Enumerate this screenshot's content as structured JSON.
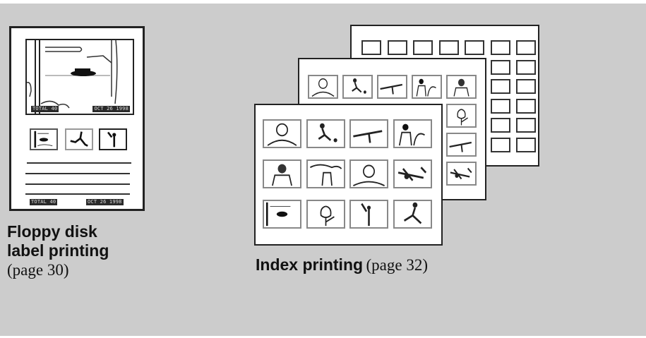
{
  "colors": {
    "panel_background": "#cccccc",
    "sheet": "#ffffff",
    "line": "#222222"
  },
  "floppy_label": {
    "photo_tags": {
      "total": "TOTAL 40",
      "date": "OCT 26 1998"
    },
    "bottom_tags": {
      "total": "TOTAL 40",
      "date": "OCT 26 1998"
    },
    "thumbnails": [
      "lamp-post-scene-icon",
      "soccer-player-icon",
      "batter-icon"
    ],
    "ruled_lines": 4,
    "caption": {
      "title_line1": "Floppy disk",
      "title_line2": "label printing",
      "page_ref": "(page 30)"
    }
  },
  "index_printing": {
    "back_sheet": {
      "columns": 7,
      "rows": 6,
      "content": "empty-boxes"
    },
    "middle_sheet": {
      "columns": 5,
      "rows": 4
    },
    "front_sheet": {
      "columns": 4,
      "rows": 3,
      "thumbnails": [
        "long-hair-portrait-icon",
        "soccer-kick-icon",
        "diving-player-icon",
        "boxers-icon",
        "bearded-man-icon",
        "landscape-figure-icon",
        "boy-portrait-icon",
        "airplane-icon",
        "lamp-post-scene-icon",
        "flower-icon",
        "batter-icon",
        "running-player-icon"
      ]
    },
    "caption": {
      "title": "Index printing",
      "page_ref": "(page 32)"
    }
  }
}
